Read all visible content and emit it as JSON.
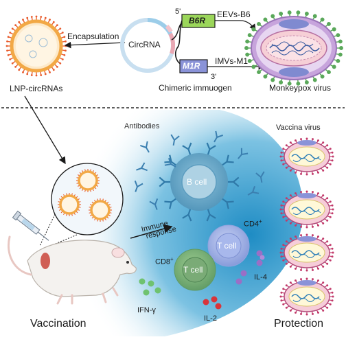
{
  "top": {
    "lnp_label": "LNP-circRNAs",
    "encapsulation_label": "Encapsulation",
    "circrna_label": "CircRNA",
    "five_prime": "5'",
    "three_prime": "3'",
    "b6r_label": "B6R",
    "m1r_label": "M1R",
    "eevs_label": "EEVs-B6",
    "imvs_label": "IMVs-M1",
    "chimeric_label": "Chimeric immuogen",
    "monkeypox_label": "Monkeypox virus"
  },
  "bottom": {
    "antibodies_label": "Antibodies",
    "bcell_label": "B cell",
    "immune_label_line1": "Immune",
    "immune_label_line2": "response",
    "cd4_label": "CD4",
    "cd8_label": "CD8",
    "sup_plus": "+",
    "tcell_label": "T cell",
    "il4_label": "IL-4",
    "ifn_label": "IFN-γ",
    "il2_label": "IL-2",
    "vaccina_label": "Vaccina virus",
    "vaccination_label": "Vaccination",
    "protection_label": "Protection"
  },
  "colors": {
    "lnp_shell": "#f2b35a",
    "lnp_spikes": "#e85d2f",
    "b6r_box": "#9bd65a",
    "m1r_box": "#8a93d8",
    "virus_outer": "#b68fce",
    "virus_spikes": "#5aa85a",
    "virus_core": "#f3c9cf",
    "bcell": "#6aa6c8",
    "tcell_cd8": "#7fb07e",
    "tcell_cd4": "#9fb2e8",
    "immune_bg": "#4aa3d0",
    "antibody": "#3b7fb0"
  }
}
